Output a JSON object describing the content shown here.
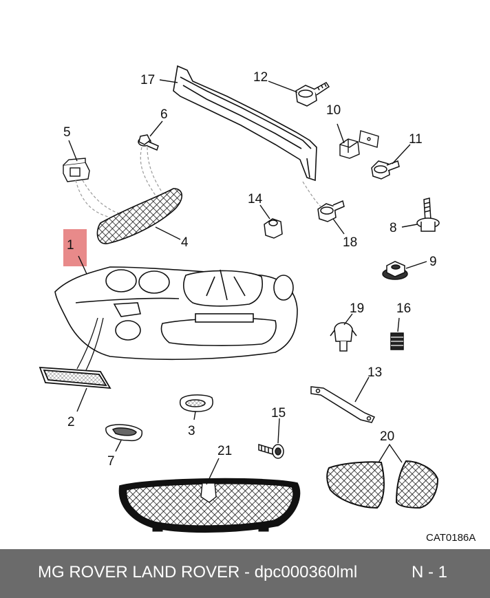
{
  "callouts": {
    "c1": "1",
    "c2": "2",
    "c3": "3",
    "c4": "4",
    "c5": "5",
    "c6": "6",
    "c7": "7",
    "c8": "8",
    "c9": "9",
    "c10": "10",
    "c11": "11",
    "c12": "12",
    "c13": "13",
    "c14": "14",
    "c15": "15",
    "c16": "16",
    "c17": "17",
    "c18": "18",
    "c19": "19",
    "c20": "20",
    "c21": "21"
  },
  "diagram_code": "CAT0186A",
  "footer": {
    "caption": "MG ROVER LAND ROVER - dpc000360lml",
    "page": "N - 1",
    "background": "#6b6b6b"
  },
  "highlight_color": "#e88a8a"
}
